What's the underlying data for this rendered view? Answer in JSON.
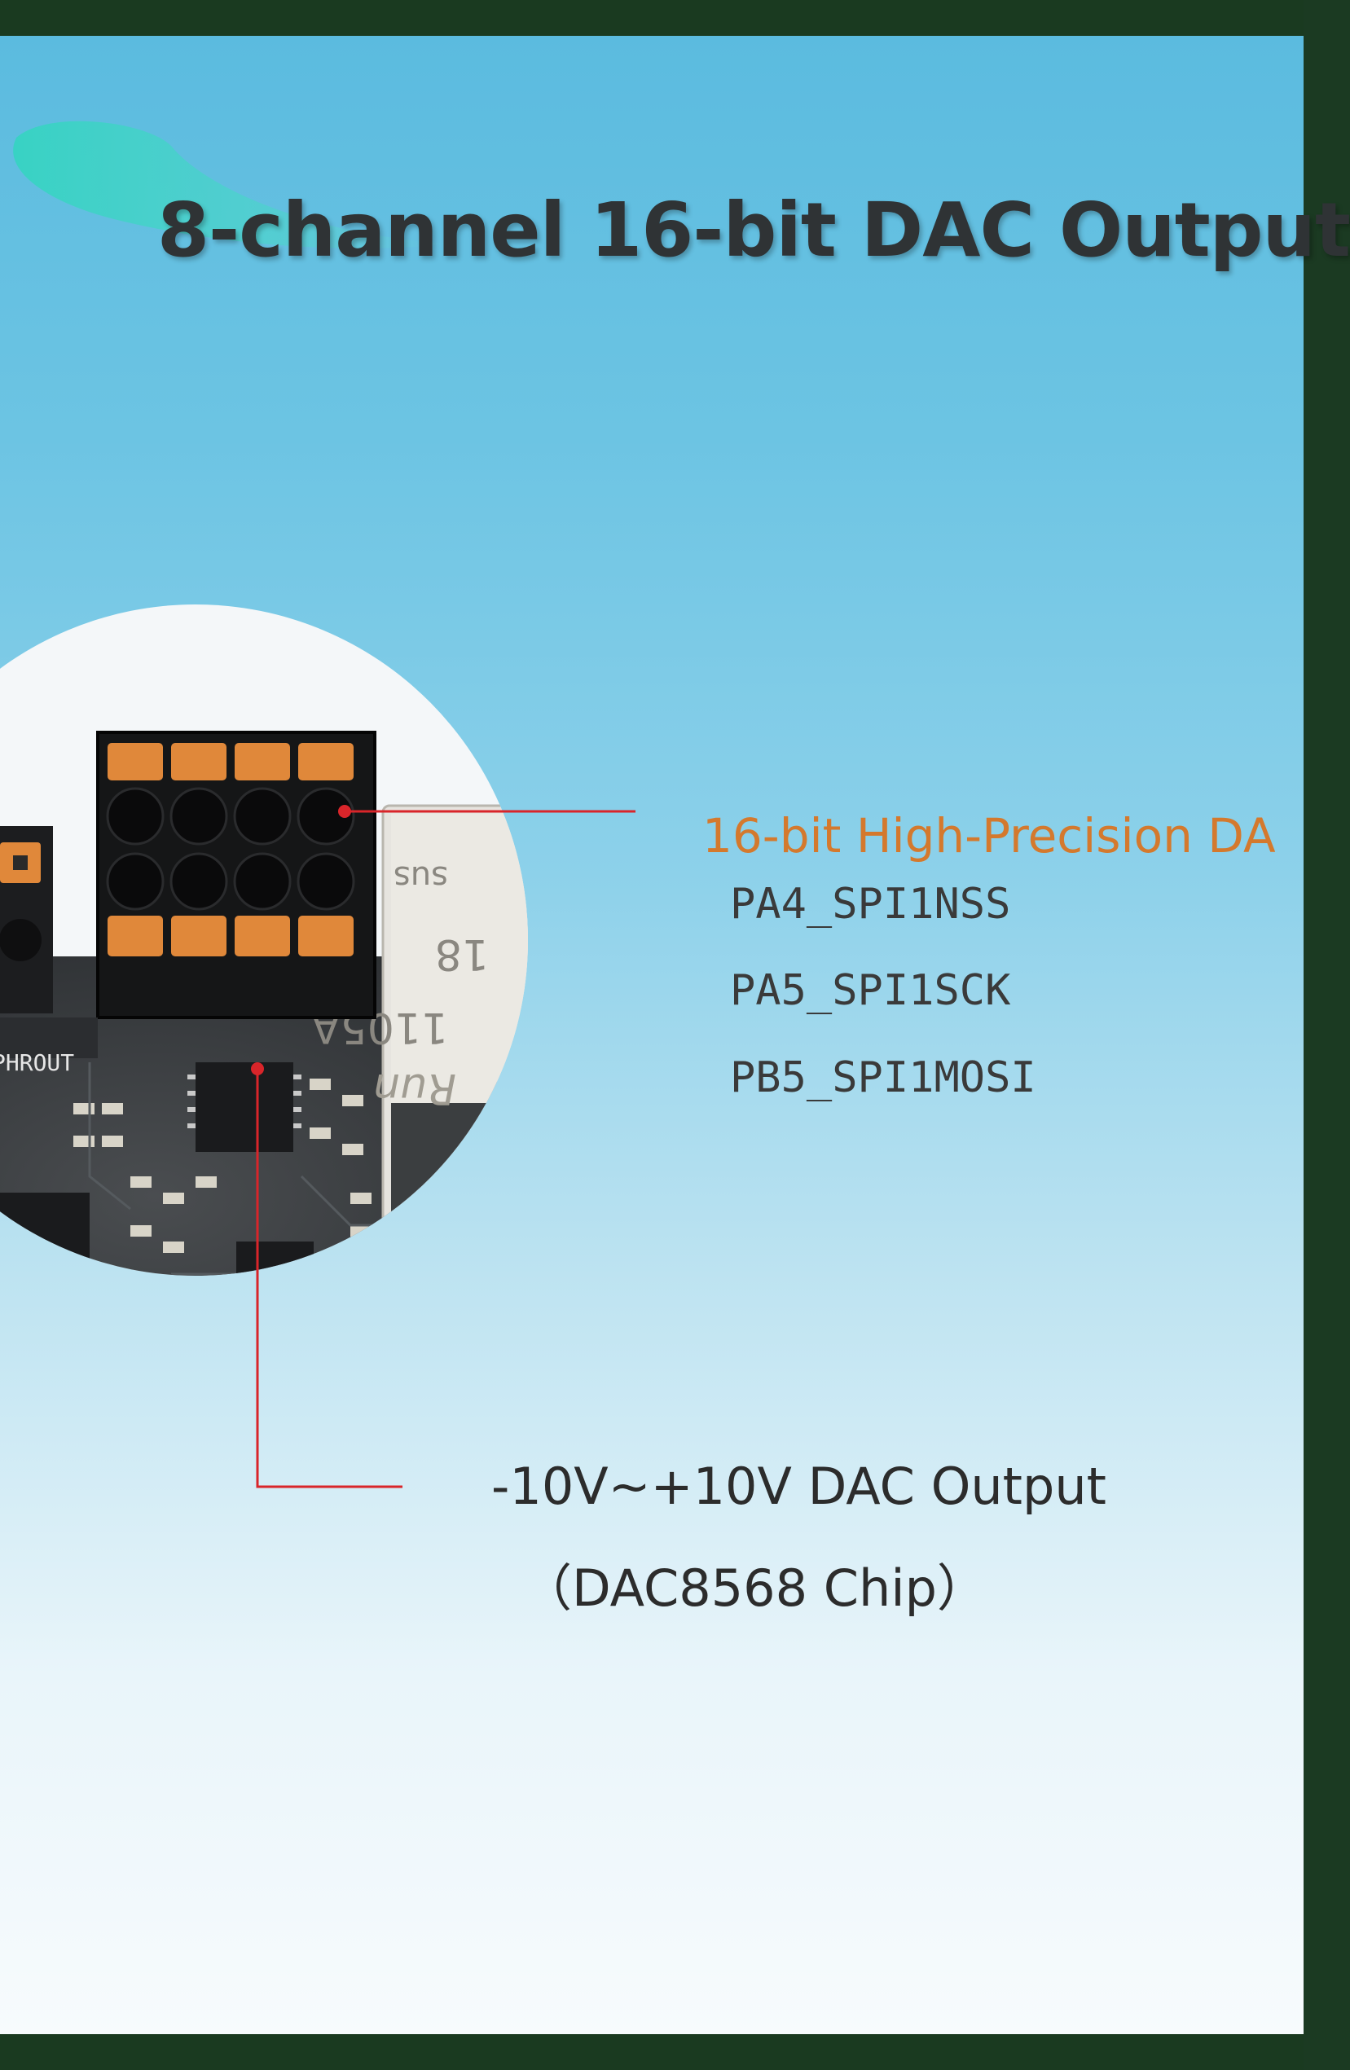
{
  "title": "8-channel 16-bit DAC Output",
  "feature_label": "16-bit High-Precision DA",
  "pins": [
    "PA4_SPI1NSS",
    "PA5_SPI1SCK",
    "PB5_SPI1MOSI"
  ],
  "output_label": "-10V~+10V DAC Output",
  "chip_label": "（DAC8568 Chip）",
  "board_silkscreen": {
    "left_header": "PHROUT",
    "relay_text_1": "sus",
    "relay_text_2": "18",
    "relay_text_3": "1105A",
    "relay_text_4": "Run"
  },
  "colors": {
    "accent_orange": "#d4792d",
    "callout_line": "#d9252a",
    "title": "#2f3335",
    "frame": "#1a3a20",
    "terminal_orange": "#e0883a",
    "pcb": "#3a3d40"
  },
  "icons": {
    "swoosh": "teal-swoosh-decoration",
    "board": "pcb-closeup-photo"
  }
}
